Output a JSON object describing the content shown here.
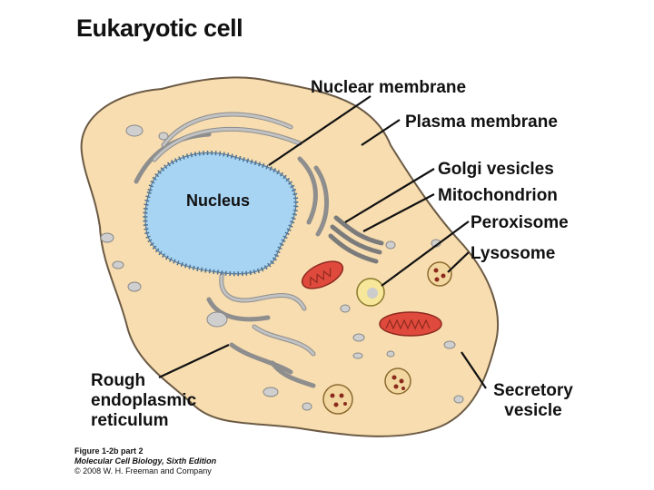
{
  "title": "Eukaryotic cell",
  "labels": {
    "nuclear_membrane": "Nuclear membrane",
    "plasma_membrane": "Plasma membrane",
    "golgi_vesicles": "Golgi vesicles",
    "mitochondrion": "Mitochondrion",
    "peroxisome": "Peroxisome",
    "lysosome": "Lysosome",
    "nucleus": "Nucleus",
    "rough_er": [
      "Rough",
      "endoplasmic",
      "reticulum"
    ],
    "secretory_vesicle": [
      "Secretory",
      "vesicle"
    ]
  },
  "caption": {
    "line1": "Figure 1-2b part 2",
    "line2": "Molecular Cell Biology, Sixth Edition",
    "line3": "© 2008 W. H. Freeman and Company"
  },
  "colors": {
    "cytoplasm": "#f7ddb0",
    "nucleus": "#a8d4f4",
    "er": "#b9b9b9",
    "mitochondrion": "#e04a3c",
    "peroxisome": "#f6e79a",
    "lysosome": "#f3d7a0",
    "vesicle": "#cfcfcf"
  }
}
